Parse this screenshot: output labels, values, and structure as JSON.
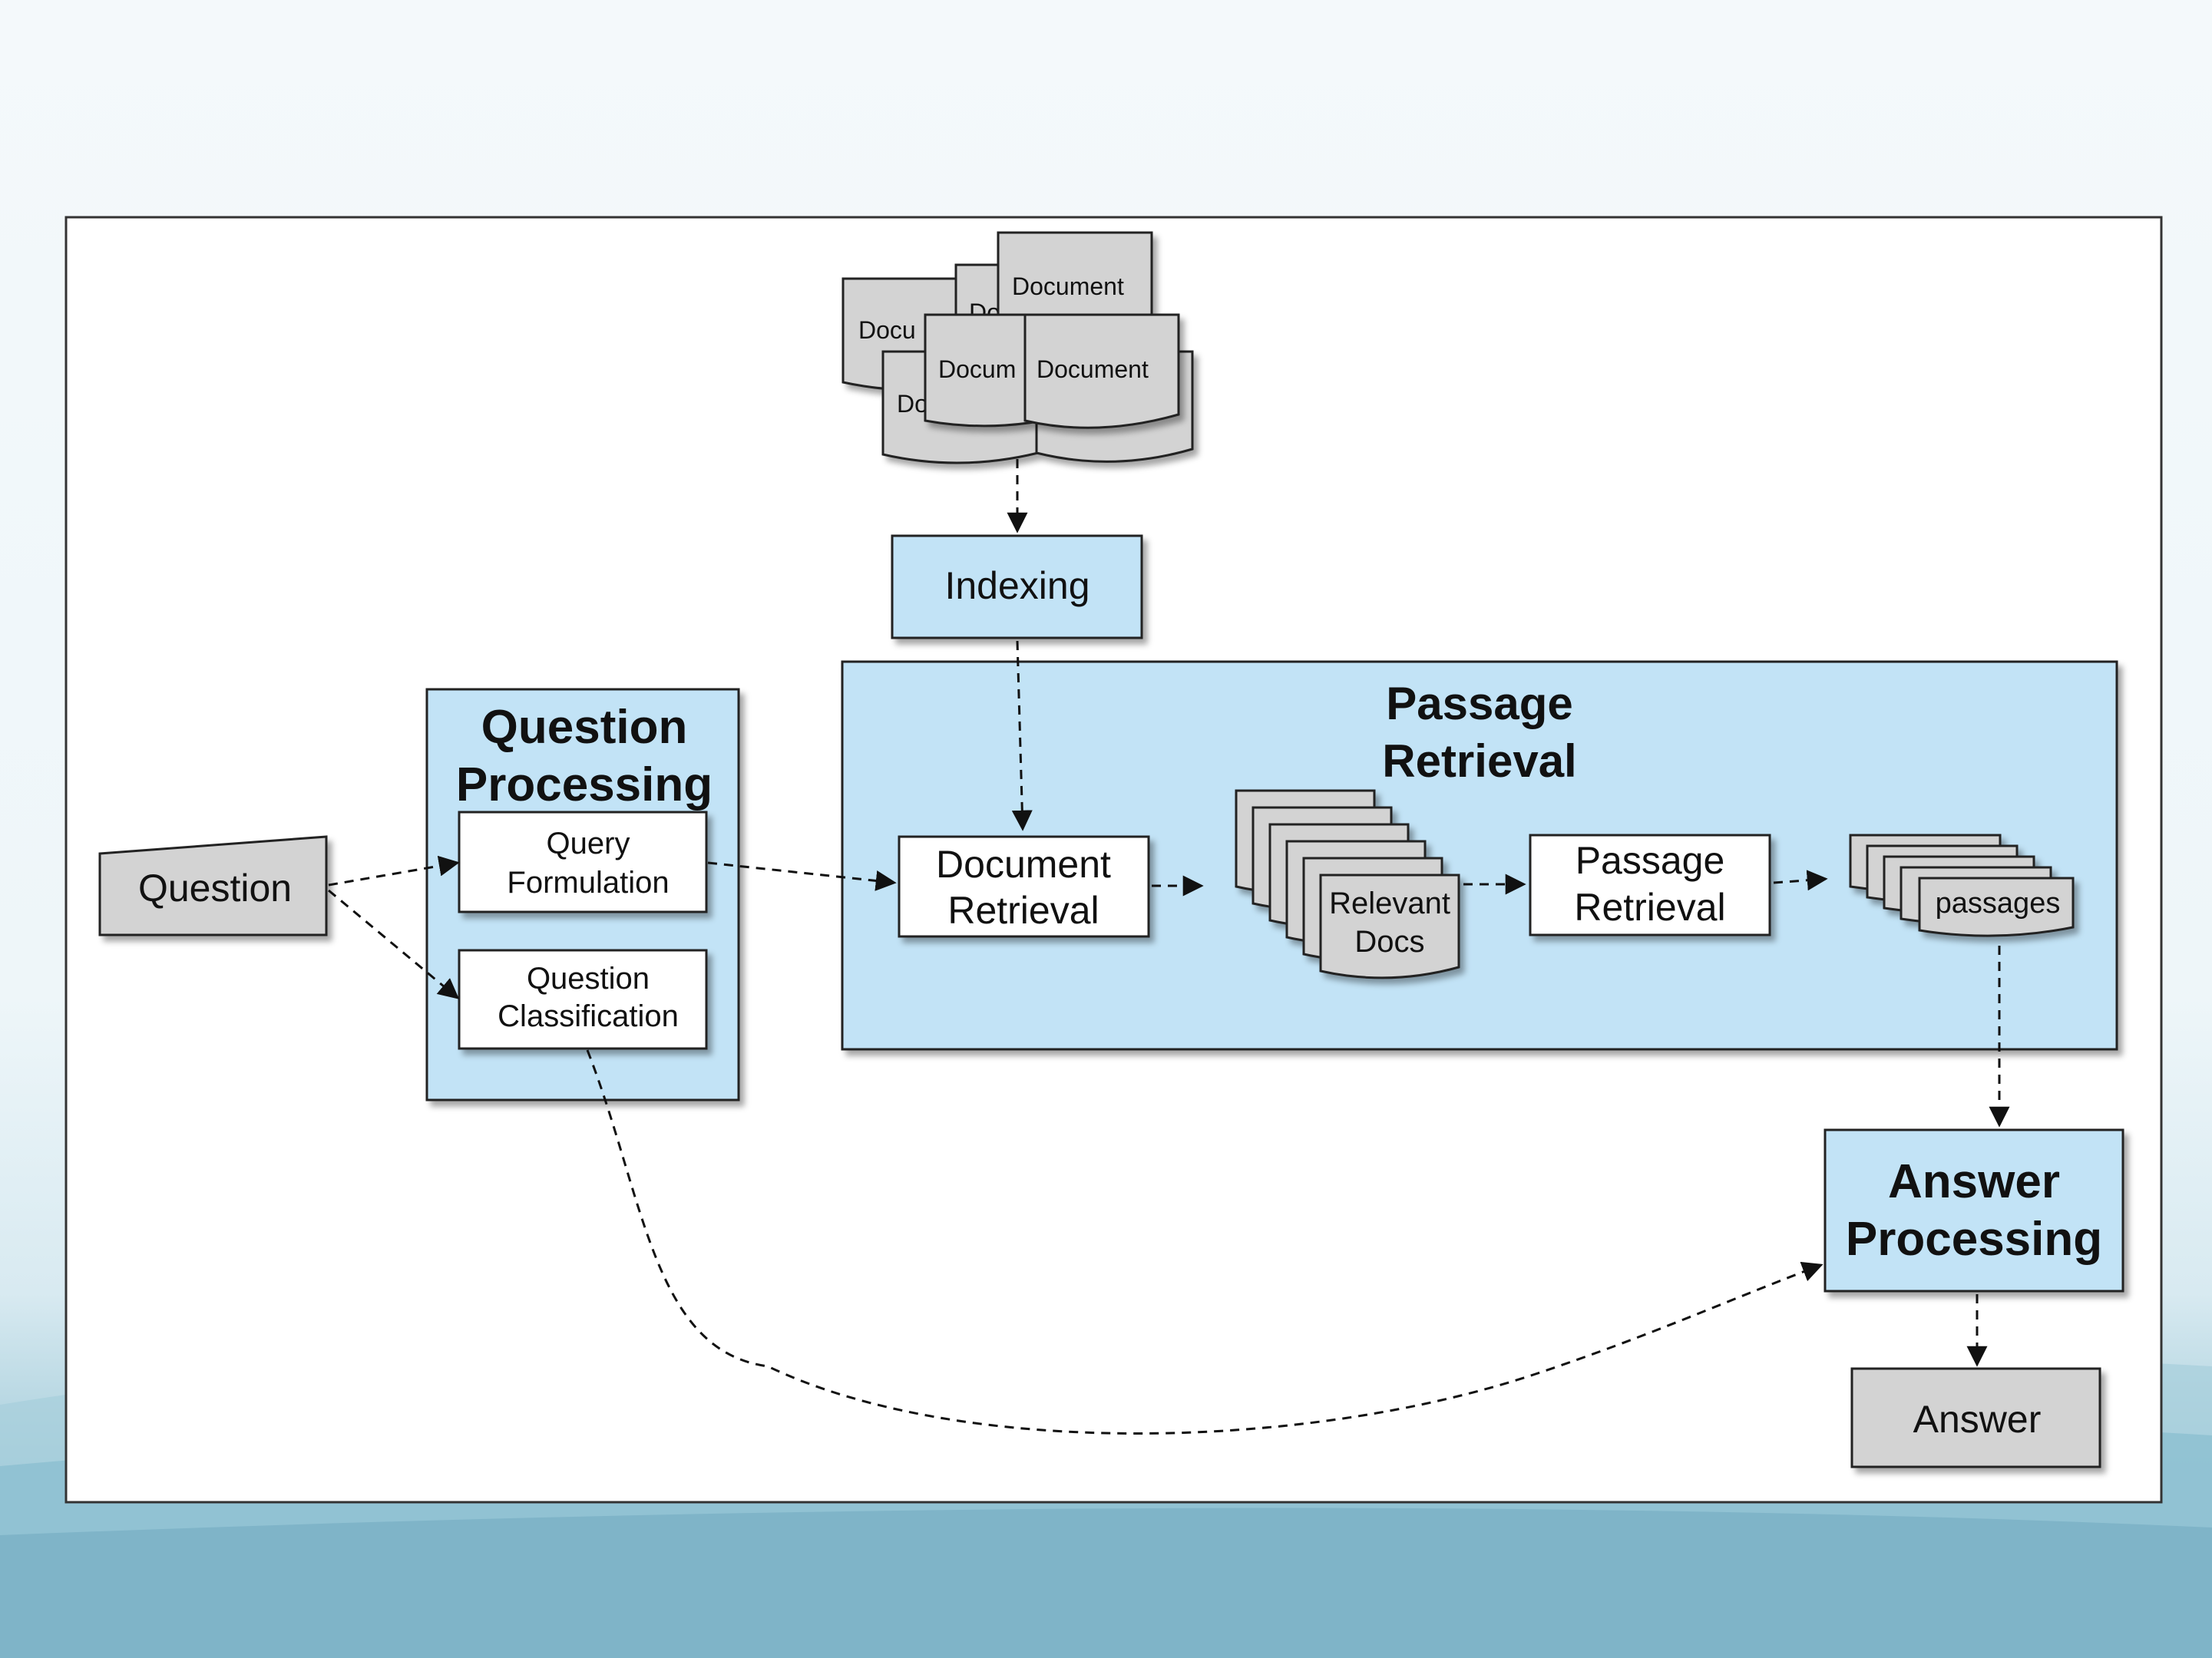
{
  "diagram": {
    "documents": {
      "back_labels": [
        "Docu",
        "Do",
        "Do",
        "Docum"
      ],
      "front_labels": [
        "Document",
        "Document"
      ]
    },
    "indexing": "Indexing",
    "question": "Question",
    "question_processing": {
      "title_line1": "Question",
      "title_line2": "Processing",
      "query_formulation_line1": "Query",
      "query_formulation_line2": "Formulation",
      "question_classification_line1": "Question",
      "question_classification_line2": "Classification"
    },
    "passage_retrieval_panel": {
      "title_line1": "Passage",
      "title_line2": "Retrieval",
      "document_retrieval_line1": "Document",
      "document_retrieval_line2": "Retrieval",
      "relevant_docs_line1": "Relevant",
      "relevant_docs_line2": "Docs",
      "passage_retrieval_line1": "Passage",
      "passage_retrieval_line2": "Retrieval",
      "passages": "passages"
    },
    "answer_processing": {
      "title_line1": "Answer",
      "title_line2": "Processing"
    },
    "answer": "Answer",
    "colors": {
      "blue_box": "#c2e3f6",
      "gray_box": "#d3d3d3",
      "white_box": "#ffffff",
      "stroke": "#222222"
    }
  }
}
